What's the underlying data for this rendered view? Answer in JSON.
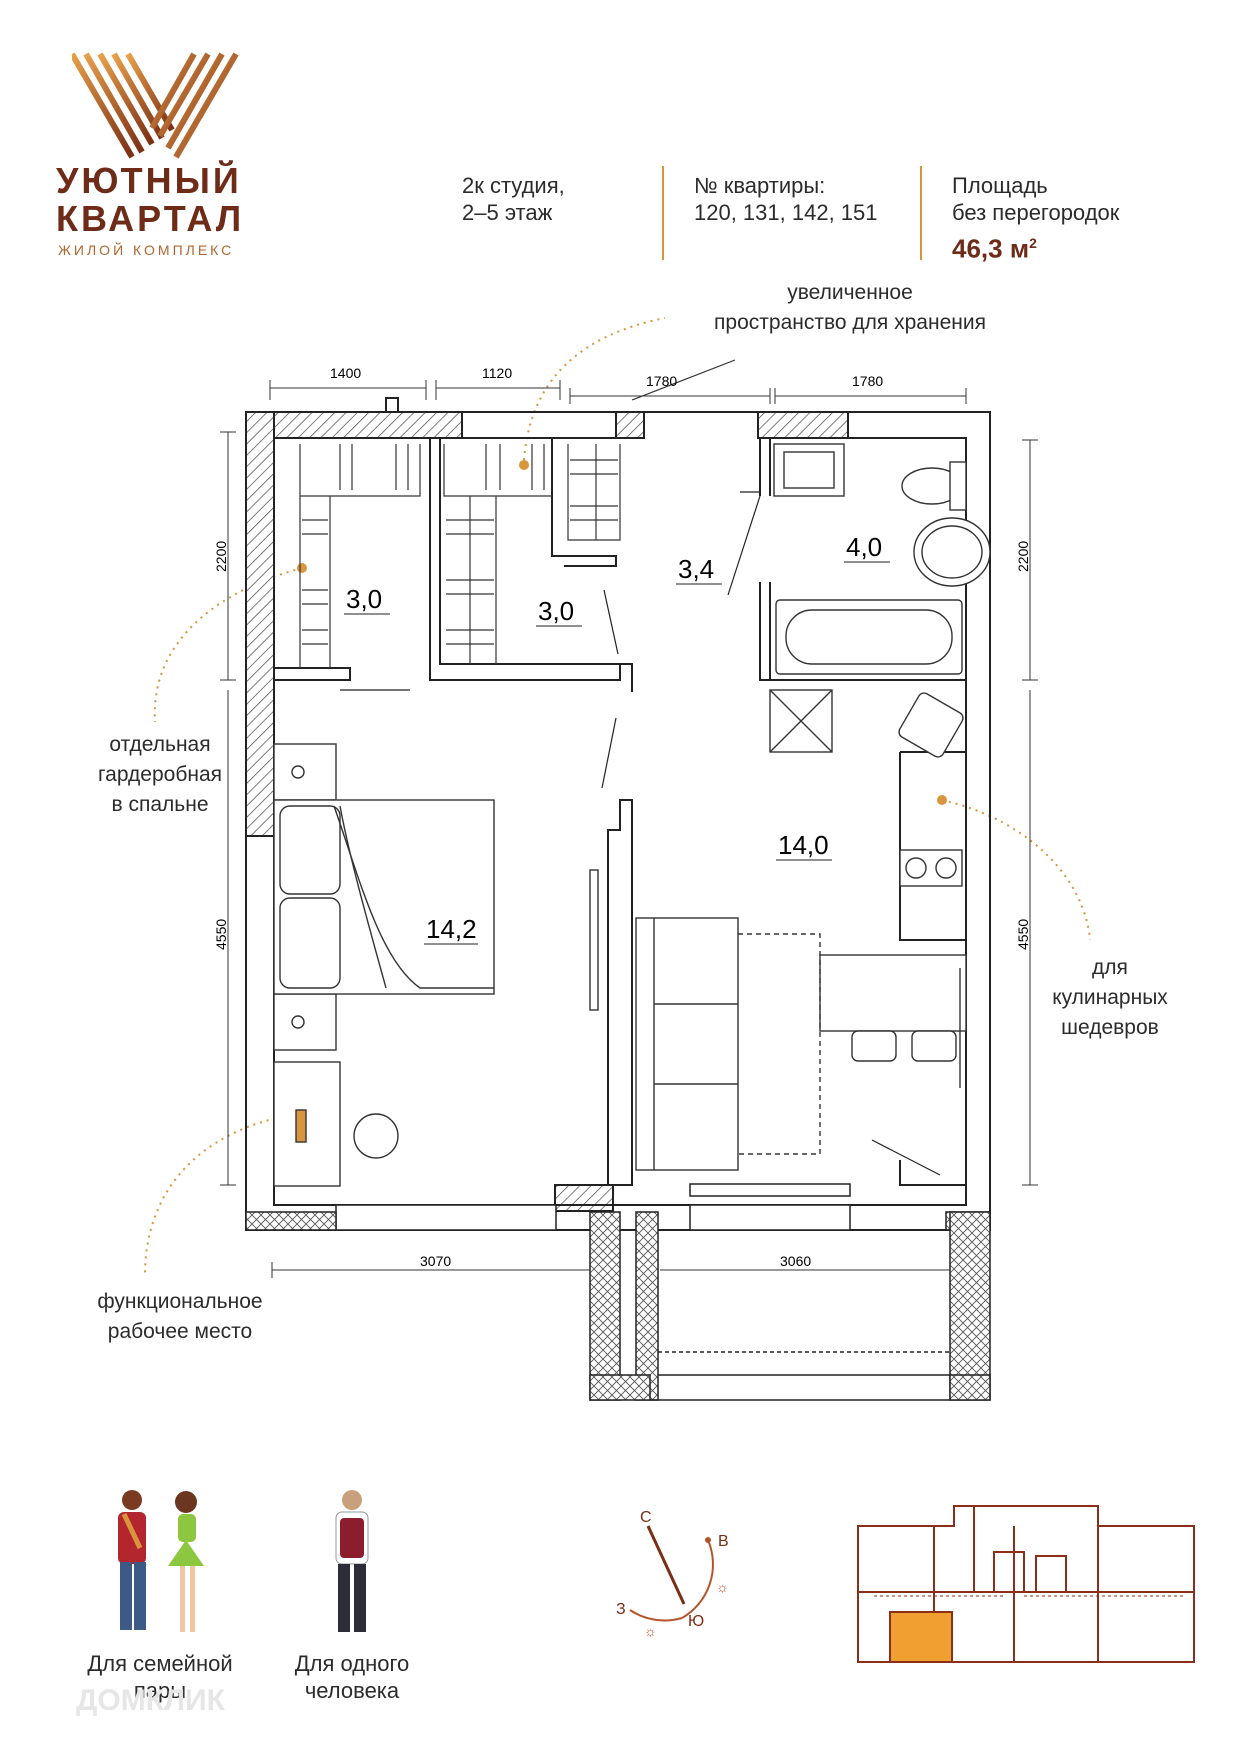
{
  "logo": {
    "line1": "УЮТНЫЙ",
    "line2": "КВАРТАЛ",
    "subtitle": "ЖИЛОЙ КОМПЛЕКС"
  },
  "header": {
    "type_line1": "2к студия,",
    "type_line2": "2–5 этаж",
    "apartments_label": "№ квартиры:",
    "apartments_values": "120, 131, 142, 151",
    "area_label1": "Площадь",
    "area_label2": "без перегородок",
    "area_value": "46,3 м",
    "area_sup": "2"
  },
  "notes": {
    "storage_1": "увеличенное",
    "storage_2": "пространство для хранения",
    "wardrobe_1": "отдельная",
    "wardrobe_2": "гардеробная",
    "wardrobe_3": "в спальне",
    "kitchen_1": "для",
    "kitchen_2": "кулинарных",
    "kitchen_3": "шедевров",
    "work_1": "функциональное",
    "work_2": "рабочее место"
  },
  "rooms": {
    "wardrobe_bedroom": "3,0",
    "storage": "3,0",
    "hall": "3,4",
    "bathroom": "4,0",
    "bedroom": "14,2",
    "kitchen_living": "14,0"
  },
  "dimensions": {
    "top_1": "1400",
    "top_2": "1120",
    "top_3": "1780",
    "top_4": "1780",
    "left_upper": "2200",
    "left_lower": "4550",
    "right_upper": "2200",
    "right_lower": "4550",
    "bottom_1": "3070",
    "bottom_2": "3060"
  },
  "compass": {
    "north": "С",
    "east": "В",
    "south": "Ю",
    "west": "З"
  },
  "legend": {
    "couple_1": "Для семейной",
    "couple_2": "пары",
    "single_1": "Для одного",
    "single_2": "человека"
  },
  "watermark": "ДОМКЛИК",
  "colors": {
    "brand_brown": "#6e2b17",
    "accent_orange": "#d8953c",
    "highlight_unit": "#f0a030"
  }
}
